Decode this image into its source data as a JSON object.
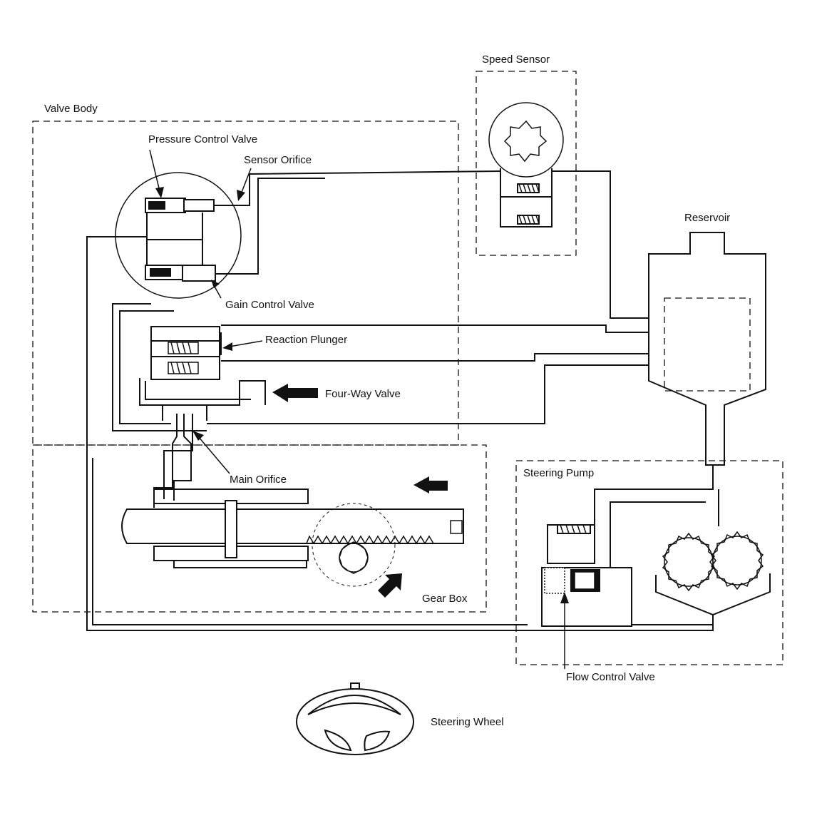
{
  "labels": {
    "speed_sensor": "Speed Sensor",
    "valve_body": "Valve Body",
    "pressure_control_valve": "Pressure Control Valve",
    "sensor_orifice": "Sensor Orifice",
    "reservoir": "Reservoir",
    "gain_control_valve": "Gain Control Valve",
    "reaction_plunger": "Reaction Plunger",
    "four_way_valve": "Four-Way Valve",
    "main_orifice": "Main Orifice",
    "steering_pump": "Steering Pump",
    "gear_box": "Gear Box",
    "flow_control_valve": "Flow Control Valve",
    "steering_wheel": "Steering Wheel"
  }
}
